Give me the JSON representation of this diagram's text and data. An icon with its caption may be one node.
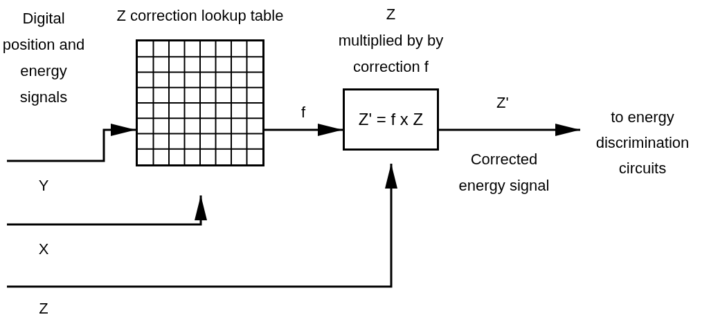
{
  "diagram": {
    "nodes": [
      {
        "text": [
          "Z correction lookup table"
        ]
      },
      {
        "text": [
          "Z",
          "multiplied by by correction f",
          "Z' = f x Z"
        ]
      },
      {
        "text": [
          "to energy discrimination circuits"
        ]
      }
    ],
    "edges": [
      {
        "from": null,
        "to": 0,
        "arrow": "to"
      },
      {
        "from": null,
        "to": 0,
        "arrow": "to"
      },
      {
        "from": null,
        "to": 1,
        "arrow": "to"
      },
      {
        "from": 0,
        "to": 1,
        "arrow": "to",
        "label": "f"
      },
      {
        "from": 1,
        "to": 2,
        "arrow": "to",
        "label": "Z'"
      }
    ],
    "labels": [
      "Digital position and energy signals",
      "Y",
      "X",
      "Z",
      "Corrected energy signal"
    ]
  }
}
